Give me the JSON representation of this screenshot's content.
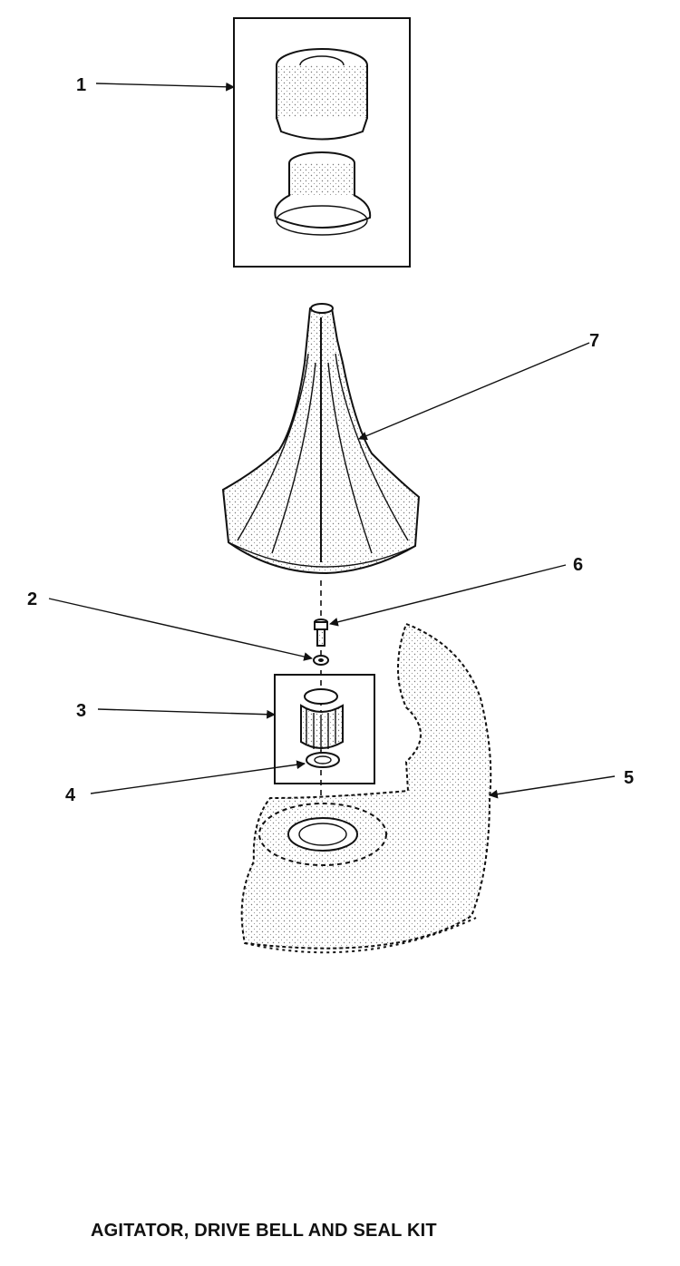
{
  "title": "AGITATOR, DRIVE BELL AND SEAL KIT",
  "callouts": [
    {
      "id": "1",
      "part": "seal-kit"
    },
    {
      "id": "2",
      "part": "washer"
    },
    {
      "id": "3",
      "part": "drive-bell"
    },
    {
      "id": "4",
      "part": "seal"
    },
    {
      "id": "5",
      "part": "wash-tub"
    },
    {
      "id": "6",
      "part": "bolt"
    },
    {
      "id": "7",
      "part": "agitator"
    }
  ]
}
